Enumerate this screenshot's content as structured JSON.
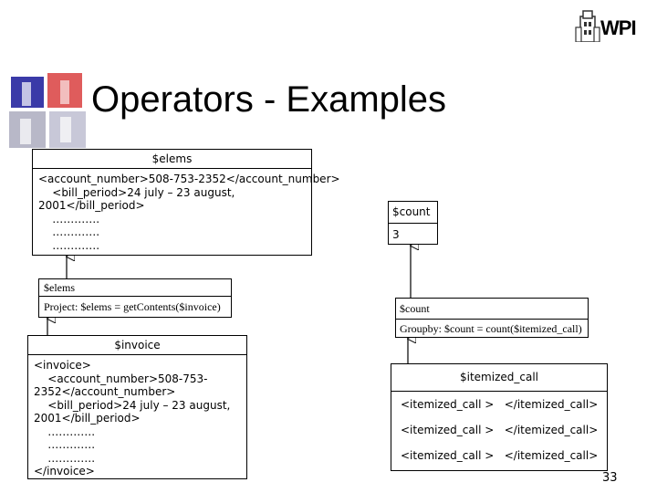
{
  "logo": {
    "text": "WPI"
  },
  "title": "Operators - Examples",
  "elems_box": {
    "header": "$elems",
    "lines": [
      "<account_number>508-753-2352</account_number>",
      "    <bill_period>24 july – 23 august,",
      "2001</bill_period>",
      "    ………….",
      "    ………….",
      "    …………."
    ]
  },
  "project_box": {
    "label": "$elems",
    "expression": "Project: $elems = getContents($invoice)"
  },
  "invoice_box": {
    "header": "$invoice",
    "lines": [
      "<invoice>",
      "    <account_number>508-753-",
      "2352</account_number>",
      "    <bill_period>24 july – 23 august,",
      "2001</bill_period>",
      "    ………….",
      "    ………….",
      "    ………….",
      "</invoice>"
    ]
  },
  "count_box": {
    "header": "$count",
    "value": "3"
  },
  "groupby_box": {
    "label": "$count",
    "expression": "Groupby: $count = count($itemized_call)"
  },
  "itemized_box": {
    "header": "$itemized_call",
    "rows": [
      "<itemized_call >   </itemized_call>",
      "<itemized_call >   </itemized_call>",
      "<itemized_call >   </itemized_call>"
    ]
  },
  "page_number": "33",
  "colors": {
    "deco_blue": "#3a3aa8",
    "deco_red": "#d94040",
    "deco_grey": "#b8b8c8"
  }
}
